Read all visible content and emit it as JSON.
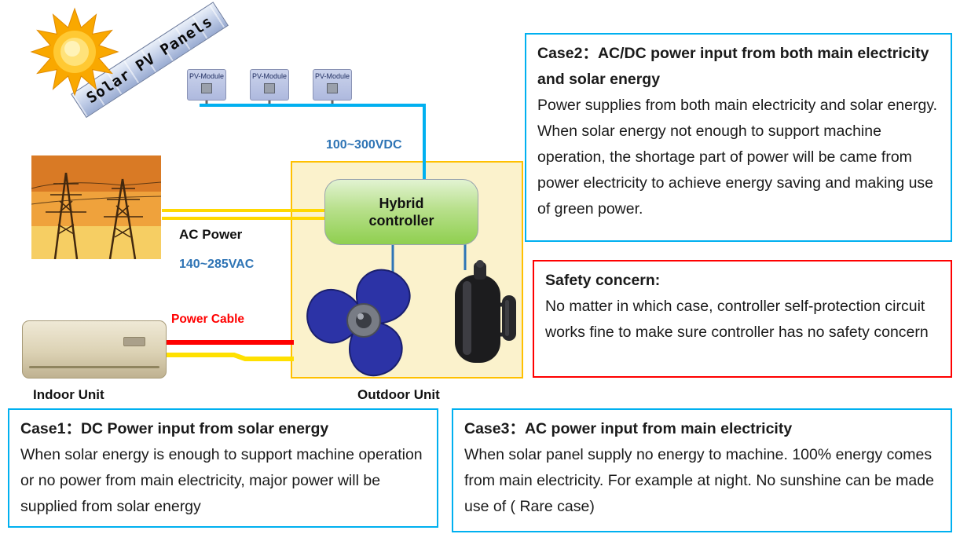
{
  "colors": {
    "accent_cyan": "#00B0F0",
    "alert_red": "#FF0000",
    "wire_yellow": "#FFD800",
    "wire_blue": "#2E75B6",
    "voltage_blue": "#2E74B5",
    "controller_green": "#8FCF4F",
    "outdoor_fill": "#FBF2CC",
    "outdoor_border": "#FFC000"
  },
  "diagram": {
    "solar_panel_label": "Solar PV Panels",
    "pv_modules": [
      {
        "label": "PV-Module"
      },
      {
        "label": "PV-Module"
      },
      {
        "label": "PV-Module"
      }
    ],
    "dc_voltage": "100~300VDC",
    "ac_power_label": "AC Power",
    "ac_voltage": "140~285VAC",
    "power_cable_label": "Power Cable",
    "controller_label": "Hybrid controller",
    "indoor_unit_label": "Indoor Unit",
    "outdoor_unit_label": "Outdoor Unit"
  },
  "case2": {
    "title": "Case2：AC/DC power input from both main electricity and solar energy",
    "body": "Power supplies from both main electricity and solar energy. When solar energy not enough to support machine operation, the shortage part of power will be came from power electricity to achieve energy saving and making use of green power."
  },
  "safety": {
    "title": "Safety concern:",
    "body": "No matter in which case, controller self-protection circuit works fine to make sure controller has no safety concern"
  },
  "case1": {
    "title": "Case1：DC Power input from solar energy",
    "body": "When solar energy is enough to support machine operation or no power from main electricity, major power will be supplied from solar energy"
  },
  "case3": {
    "title": "Case3：AC power input from main electricity",
    "body": "When solar panel supply no energy to machine. 100% energy comes from main electricity. For example at night. No sunshine can be made use of ( Rare case)"
  }
}
